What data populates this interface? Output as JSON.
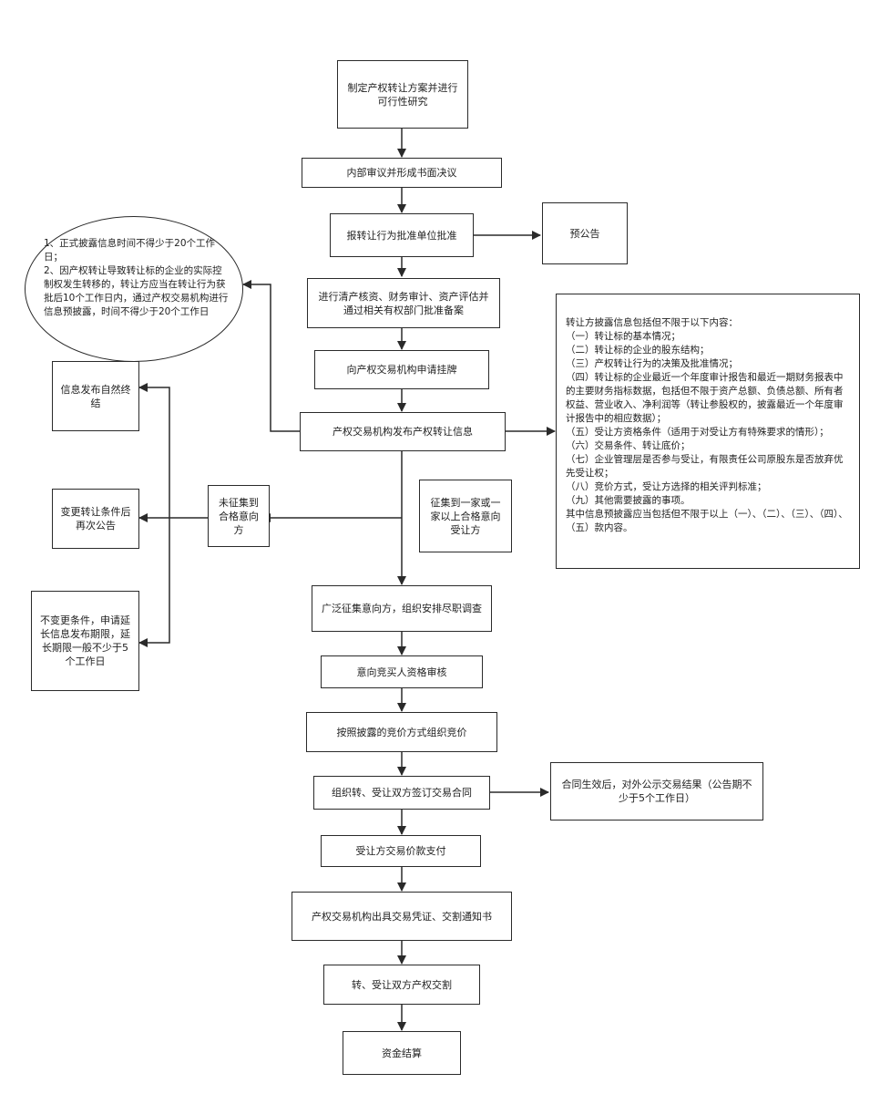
{
  "nodes": {
    "n1": "制定产权转让方案并进行可行性研究",
    "n2": "内部审议并形成书面决议",
    "n3": "报转让行为批准单位批准",
    "n3r": "预公告",
    "n4": "进行清产核资、财务审计、资产评估并通过相关有权部门批准备案",
    "n5": "向产权交易机构申请挂牌",
    "n6": "产权交易机构发布产权转让信息",
    "no_buyer": "未征集到合格意向方",
    "opt_end": "信息发布自然终结",
    "opt_change": "变更转让条件后再次公告",
    "opt_extend": "不变更条件，申请延长信息发布期限，延长期限一般不少于5个工作日",
    "has_buyer": "征集到一家或一家以上合格意向受让方",
    "n7": "广泛征集意向方，组织安排尽职调查",
    "n8": "意向竞买人资格审核",
    "n9": "按照披露的竞价方式组织竞价",
    "n10": "组织转、受让双方签订交易合同",
    "n10r": "合同生效后，对外公示交易结果（公告期不少于5个工作日）",
    "n11": "受让方交易价款支付",
    "n12": "产权交易机构出具交易凭证、交割通知书",
    "n13": "转、受让双方产权交割",
    "n14": "资金结算"
  },
  "note_left": [
    "1、正式披露信息时间不得少于20个工作日；",
    "2、因产权转让导致转让标的企业的实际控制权发生转移的，转让方应当在转让行为获批后10个工作日内，通过产权交易机构进行信息预披露，时间不得少于20个工作日"
  ],
  "info_right": [
    "转让方披露信息包括但不限于以下内容：",
    "（一）转让标的基本情况；",
    "（二）转让标的企业的股东结构；",
    "（三）产权转让行为的决策及批准情况；",
    "（四）转让标的企业最近一个年度审计报告和最近一期财务报表中的主要财务指标数据，包括但不限于资产总额、负债总额、所有者权益、营业收入、净利润等（转让参股权的，披露最近一个年度审计报告中的相应数据）；",
    "（五）受让方资格条件（适用于对受让方有特殊要求的情形）；",
    "（六）交易条件、转让底价；",
    "（七）企业管理层是否参与受让，有限责任公司原股东是否放弃优先受让权；",
    "（八）竞价方式，受让方选择的相关评判标准；",
    "（九）其他需要披露的事项。",
    "其中信息预披露应当包括但不限于以上（一）、（二）、（三）、（四）、（五）款内容。"
  ]
}
